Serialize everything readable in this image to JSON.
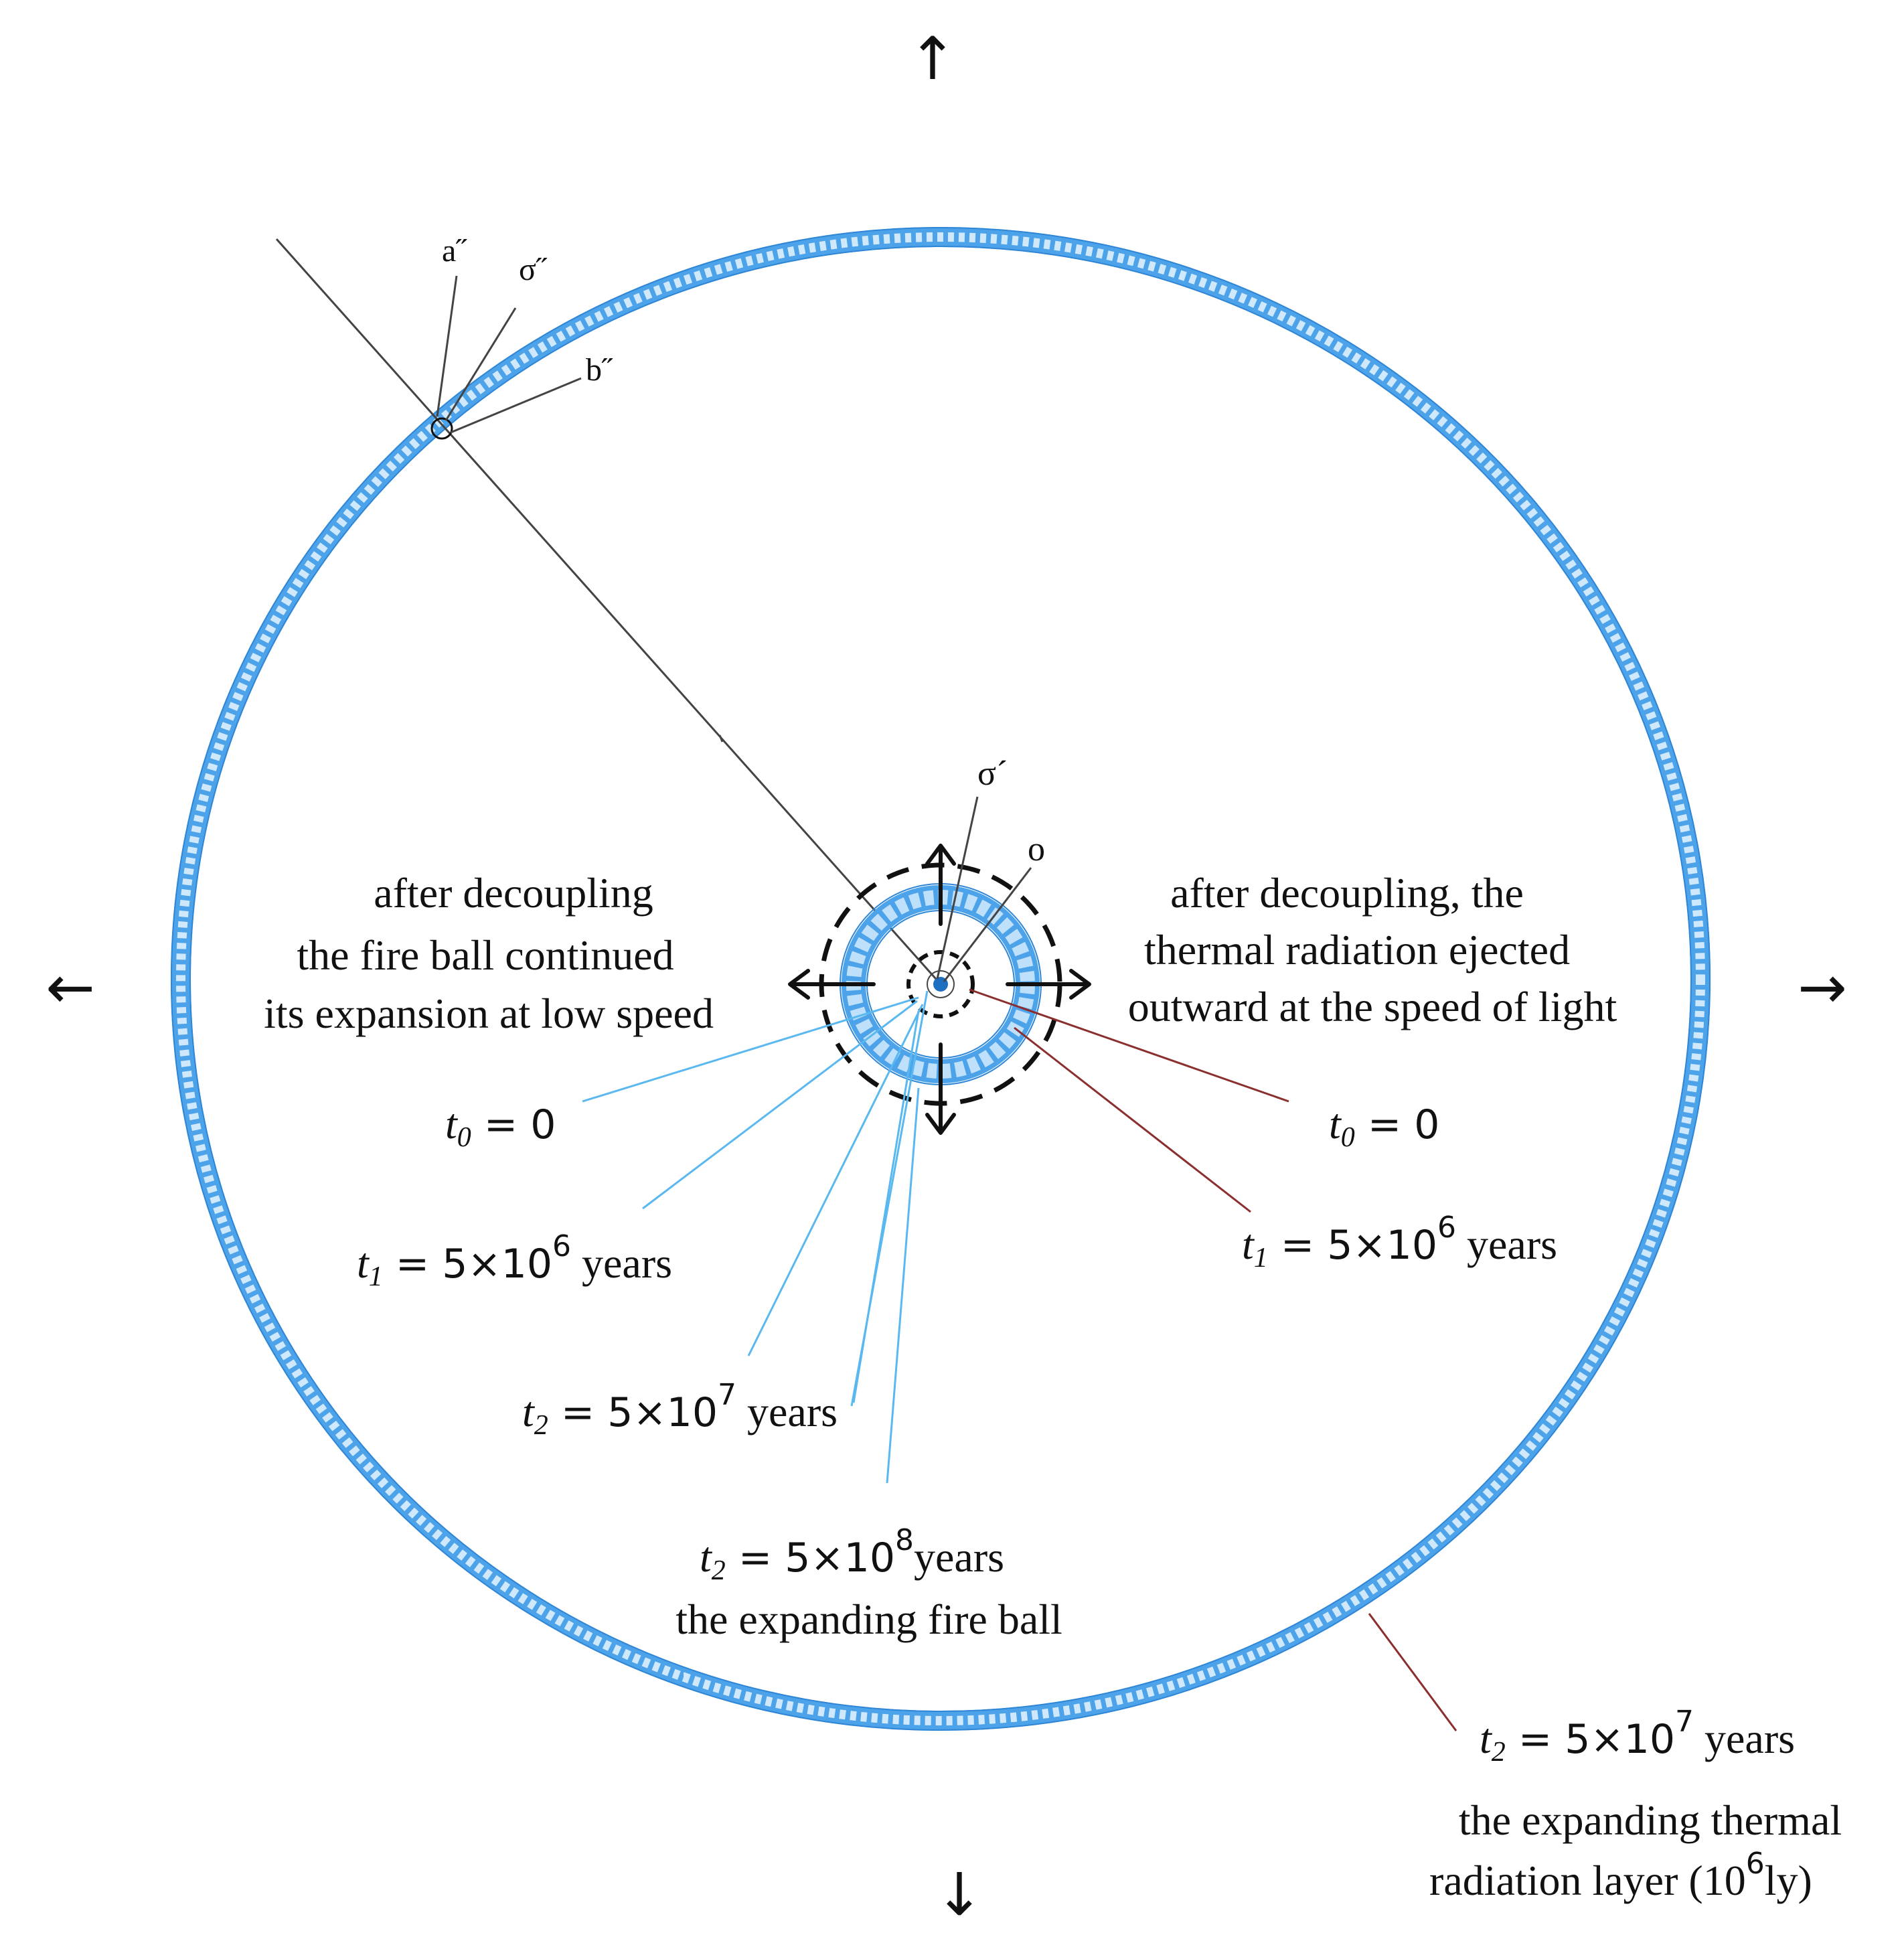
{
  "colors": {
    "blue_ring": "#4da3ea",
    "blue_light": "#9fd0f6",
    "blue_leader": "#5ab8f0",
    "brown_leader": "#8b2e2e",
    "black": "#111111",
    "gray_line": "#444444"
  },
  "arrows": {
    "up": "↑",
    "down": "↓",
    "left": "←",
    "right": "→"
  },
  "points": {
    "a2": "a˝",
    "o2": "σ˝",
    "b2": "b˝",
    "o1": "σ´",
    "o": "o"
  },
  "labels": {
    "left_note": [
      "after decoupling",
      "the fire ball continued",
      "its expansion at low speed"
    ],
    "right_note": [
      "after decoupling, the",
      "thermal radiation ejected",
      "outward at the speed of light"
    ],
    "left_t0": {
      "var": "t",
      "sub": "0",
      "rest": " = 0"
    },
    "left_t1": {
      "var": "t",
      "sub": "1",
      "base": " = 5×10",
      "exp": "6",
      "unit": " years"
    },
    "left_t2": {
      "var": "t",
      "sub": "2",
      "base": " = 5×10",
      "exp": "7",
      "unit": " years"
    },
    "center_t2": {
      "var": "t",
      "sub": "2",
      "base": " = 5×10",
      "exp": "8",
      "unit": "years"
    },
    "center_caption": "the expanding fire ball",
    "right_t0": {
      "var": "t",
      "sub": "0",
      "rest": " = 0"
    },
    "right_t1": {
      "var": "t",
      "sub": "1",
      "base": " = 5×10",
      "exp": "6",
      "unit": " years"
    },
    "bottom_t2": {
      "var": "t",
      "sub": "2",
      "base": " = 5×10",
      "exp": "7",
      "unit": " years"
    },
    "bottom_caption_1": "the expanding thermal",
    "bottom_caption_2": {
      "base": "radiation layer (10",
      "exp": "6",
      "unit": "ly)"
    }
  }
}
